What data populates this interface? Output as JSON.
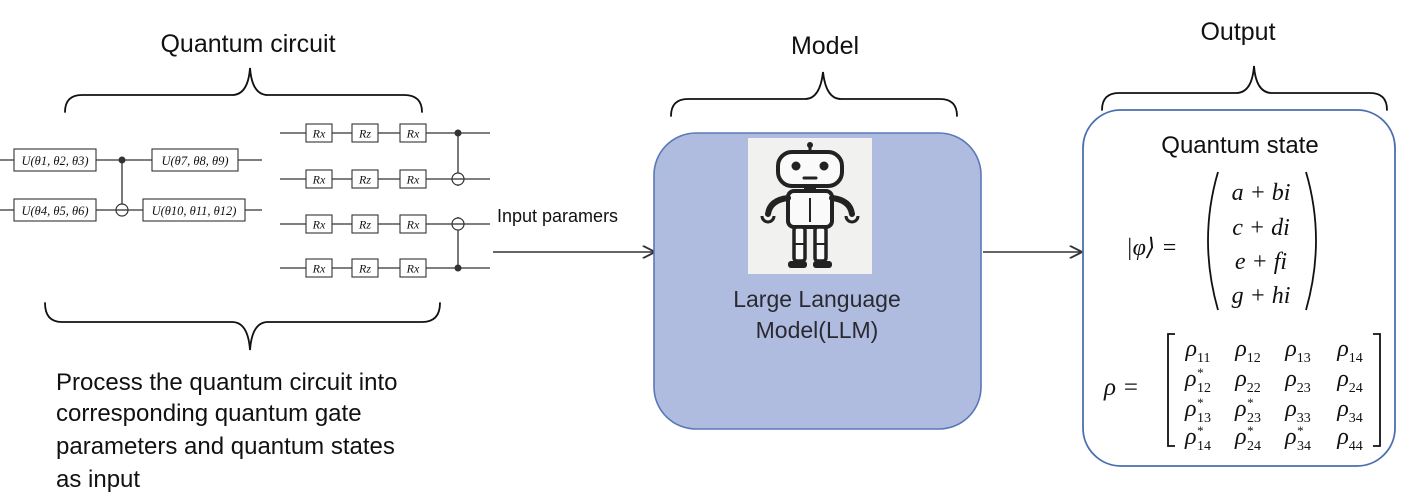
{
  "labels": {
    "circuit_title": "Quantum circuit",
    "model_title": "Model",
    "output_title": "Output",
    "arrow_label": "Input paramers",
    "llm_line1": "Large Language",
    "llm_line2": "Model(LLM)",
    "state_title": "Quantum state",
    "description": [
      "Process the quantum circuit into",
      "corresponding quantum gate",
      "parameters and quantum states",
      "as input"
    ]
  },
  "circuit": {
    "u_gates": [
      "U(θ1, θ2, θ3)",
      "U(θ7, θ8, θ9)",
      "U(θ4, θ5, θ6)",
      "U(θ10, θ11, θ12)"
    ],
    "rotation_gates": [
      "Rx",
      "Rz",
      "Rx"
    ]
  },
  "state_vector": {
    "lhs": "|φ⟩ =",
    "entries": [
      "a + bi",
      "c + di",
      "e + fi",
      "g + hi"
    ]
  },
  "density_matrix": {
    "lhs": "ρ =",
    "rows": [
      [
        "ρ11",
        "ρ12",
        "ρ13",
        "ρ14"
      ],
      [
        "ρ12*",
        "ρ22",
        "ρ23",
        "ρ24"
      ],
      [
        "ρ13*",
        "ρ23*",
        "ρ33",
        "ρ34"
      ],
      [
        "ρ14*",
        "ρ24*",
        "ρ34*",
        "ρ44"
      ]
    ]
  },
  "colors": {
    "model_fill": "#b0bbe0",
    "model_stroke": "#5a78b8",
    "output_stroke": "#4a6fb0"
  }
}
